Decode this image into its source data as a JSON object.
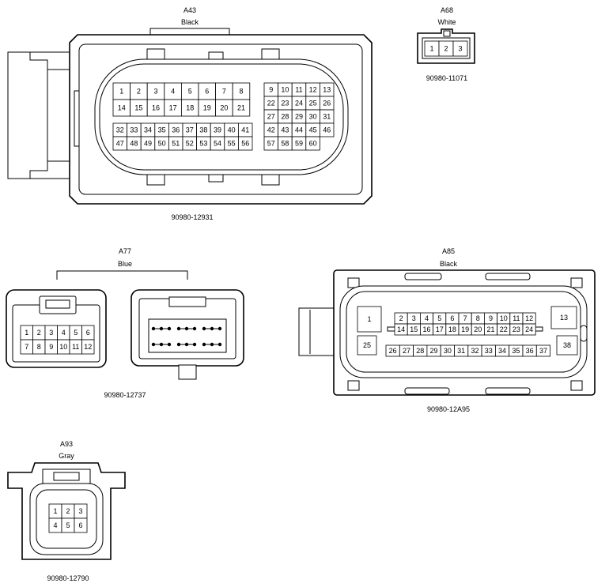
{
  "connectors": [
    {
      "id": "A43",
      "color": "Black",
      "part_number": "90980-12931",
      "pins_left": [
        [
          "1",
          "2",
          "3",
          "4",
          "5",
          "6",
          "7",
          "8"
        ],
        [
          "14",
          "15",
          "16",
          "17",
          "18",
          "19",
          "20",
          "21"
        ],
        [
          "32",
          "33",
          "34",
          "35",
          "36",
          "37",
          "38",
          "39",
          "40",
          "41"
        ],
        [
          "47",
          "48",
          "49",
          "50",
          "51",
          "52",
          "53",
          "54",
          "55",
          "56"
        ]
      ],
      "pins_right": [
        [
          "9",
          "10",
          "11",
          "12",
          "13"
        ],
        [
          "22",
          "23",
          "24",
          "25",
          "26"
        ],
        [
          "27",
          "28",
          "29",
          "30",
          "31"
        ],
        [
          "42",
          "43",
          "44",
          "45",
          "46"
        ],
        [
          "57",
          "58",
          "59",
          "60"
        ]
      ]
    },
    {
      "id": "A68",
      "color": "White",
      "part_number": "90980-11071",
      "pins": [
        [
          "1",
          "2",
          "3"
        ]
      ]
    },
    {
      "id": "A77",
      "color": "Blue",
      "part_number": "90980-12737",
      "pins": [
        [
          "1",
          "2",
          "3",
          "4",
          "5",
          "6"
        ],
        [
          "7",
          "8",
          "9",
          "10",
          "11",
          "12"
        ]
      ]
    },
    {
      "id": "A85",
      "color": "Black",
      "part_number": "90980-12A95",
      "pins_large": [
        "1",
        "13",
        "25",
        "38"
      ],
      "pins": [
        [
          "2",
          "3",
          "4",
          "5",
          "6",
          "7",
          "8",
          "9",
          "10",
          "11",
          "12"
        ],
        [
          "14",
          "15",
          "16",
          "17",
          "18",
          "19",
          "20",
          "21",
          "22",
          "23",
          "24"
        ],
        [
          "26",
          "27",
          "28",
          "29",
          "30",
          "31",
          "32",
          "33",
          "34",
          "35",
          "36",
          "37"
        ]
      ]
    },
    {
      "id": "A93",
      "color": "Gray",
      "part_number": "90980-12790",
      "pins": [
        [
          "1",
          "2",
          "3"
        ],
        [
          "4",
          "5",
          "6"
        ]
      ]
    }
  ]
}
